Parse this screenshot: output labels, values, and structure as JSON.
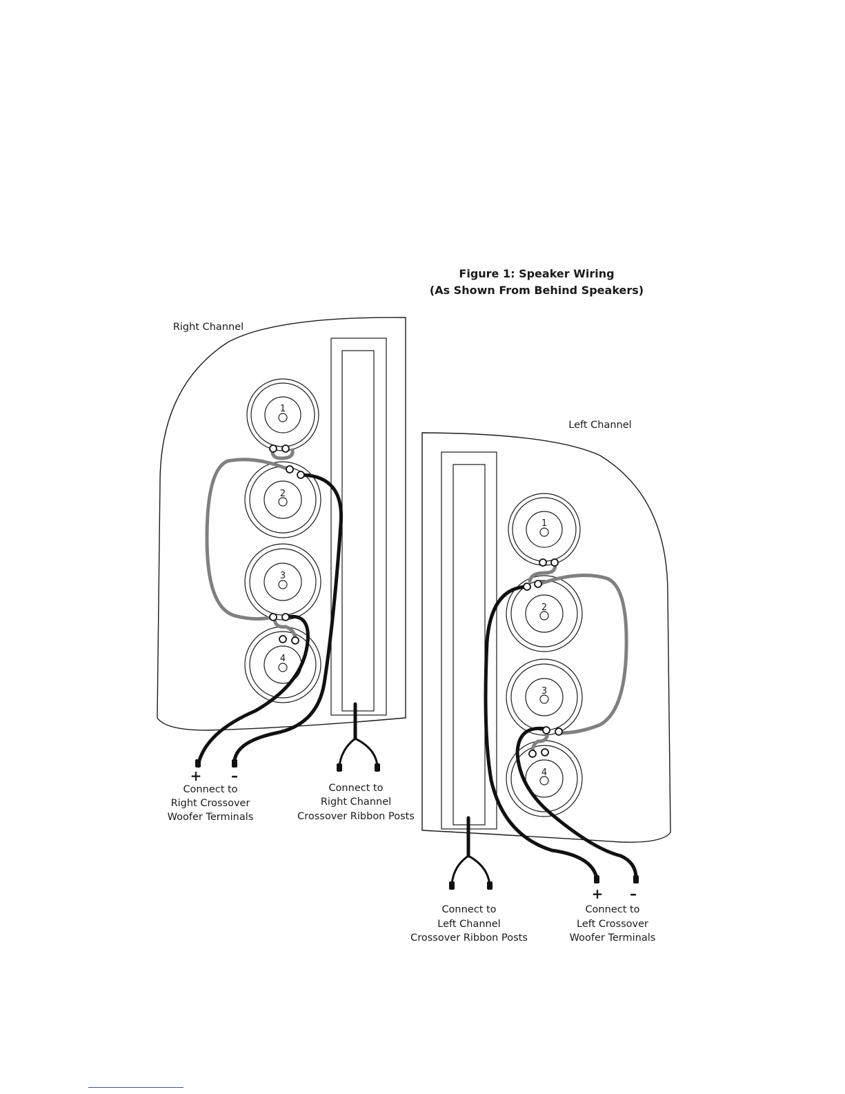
{
  "figure": {
    "title_line1": "Figure 1: Speaker Wiring",
    "title_line2": "(As Shown From Behind Speakers)"
  },
  "right_speaker": {
    "channel_label": "Right Channel",
    "driver_numbers": [
      "1",
      "2",
      "3",
      "4"
    ],
    "plus_sign": "+",
    "minus_sign": "–",
    "woofer_label": [
      "Connect to",
      "Right Crossover",
      "Woofer Terminals"
    ],
    "ribbon_label": [
      "Connect to",
      "Right Channel",
      "Crossover Ribbon Posts"
    ]
  },
  "left_speaker": {
    "channel_label": "Left Channel",
    "driver_numbers": [
      "1",
      "2",
      "3",
      "4"
    ],
    "plus_sign": "+",
    "minus_sign": "–",
    "ribbon_label": [
      "Connect to",
      "Left Channel",
      "Crossover Ribbon Posts"
    ],
    "woofer_label": [
      "Connect to",
      "Left Crossover",
      "Woofer Terminals"
    ]
  },
  "colors": {
    "wire_black": "#111111",
    "wire_grey": "#808080",
    "footer_link_line": "#3050b0"
  }
}
